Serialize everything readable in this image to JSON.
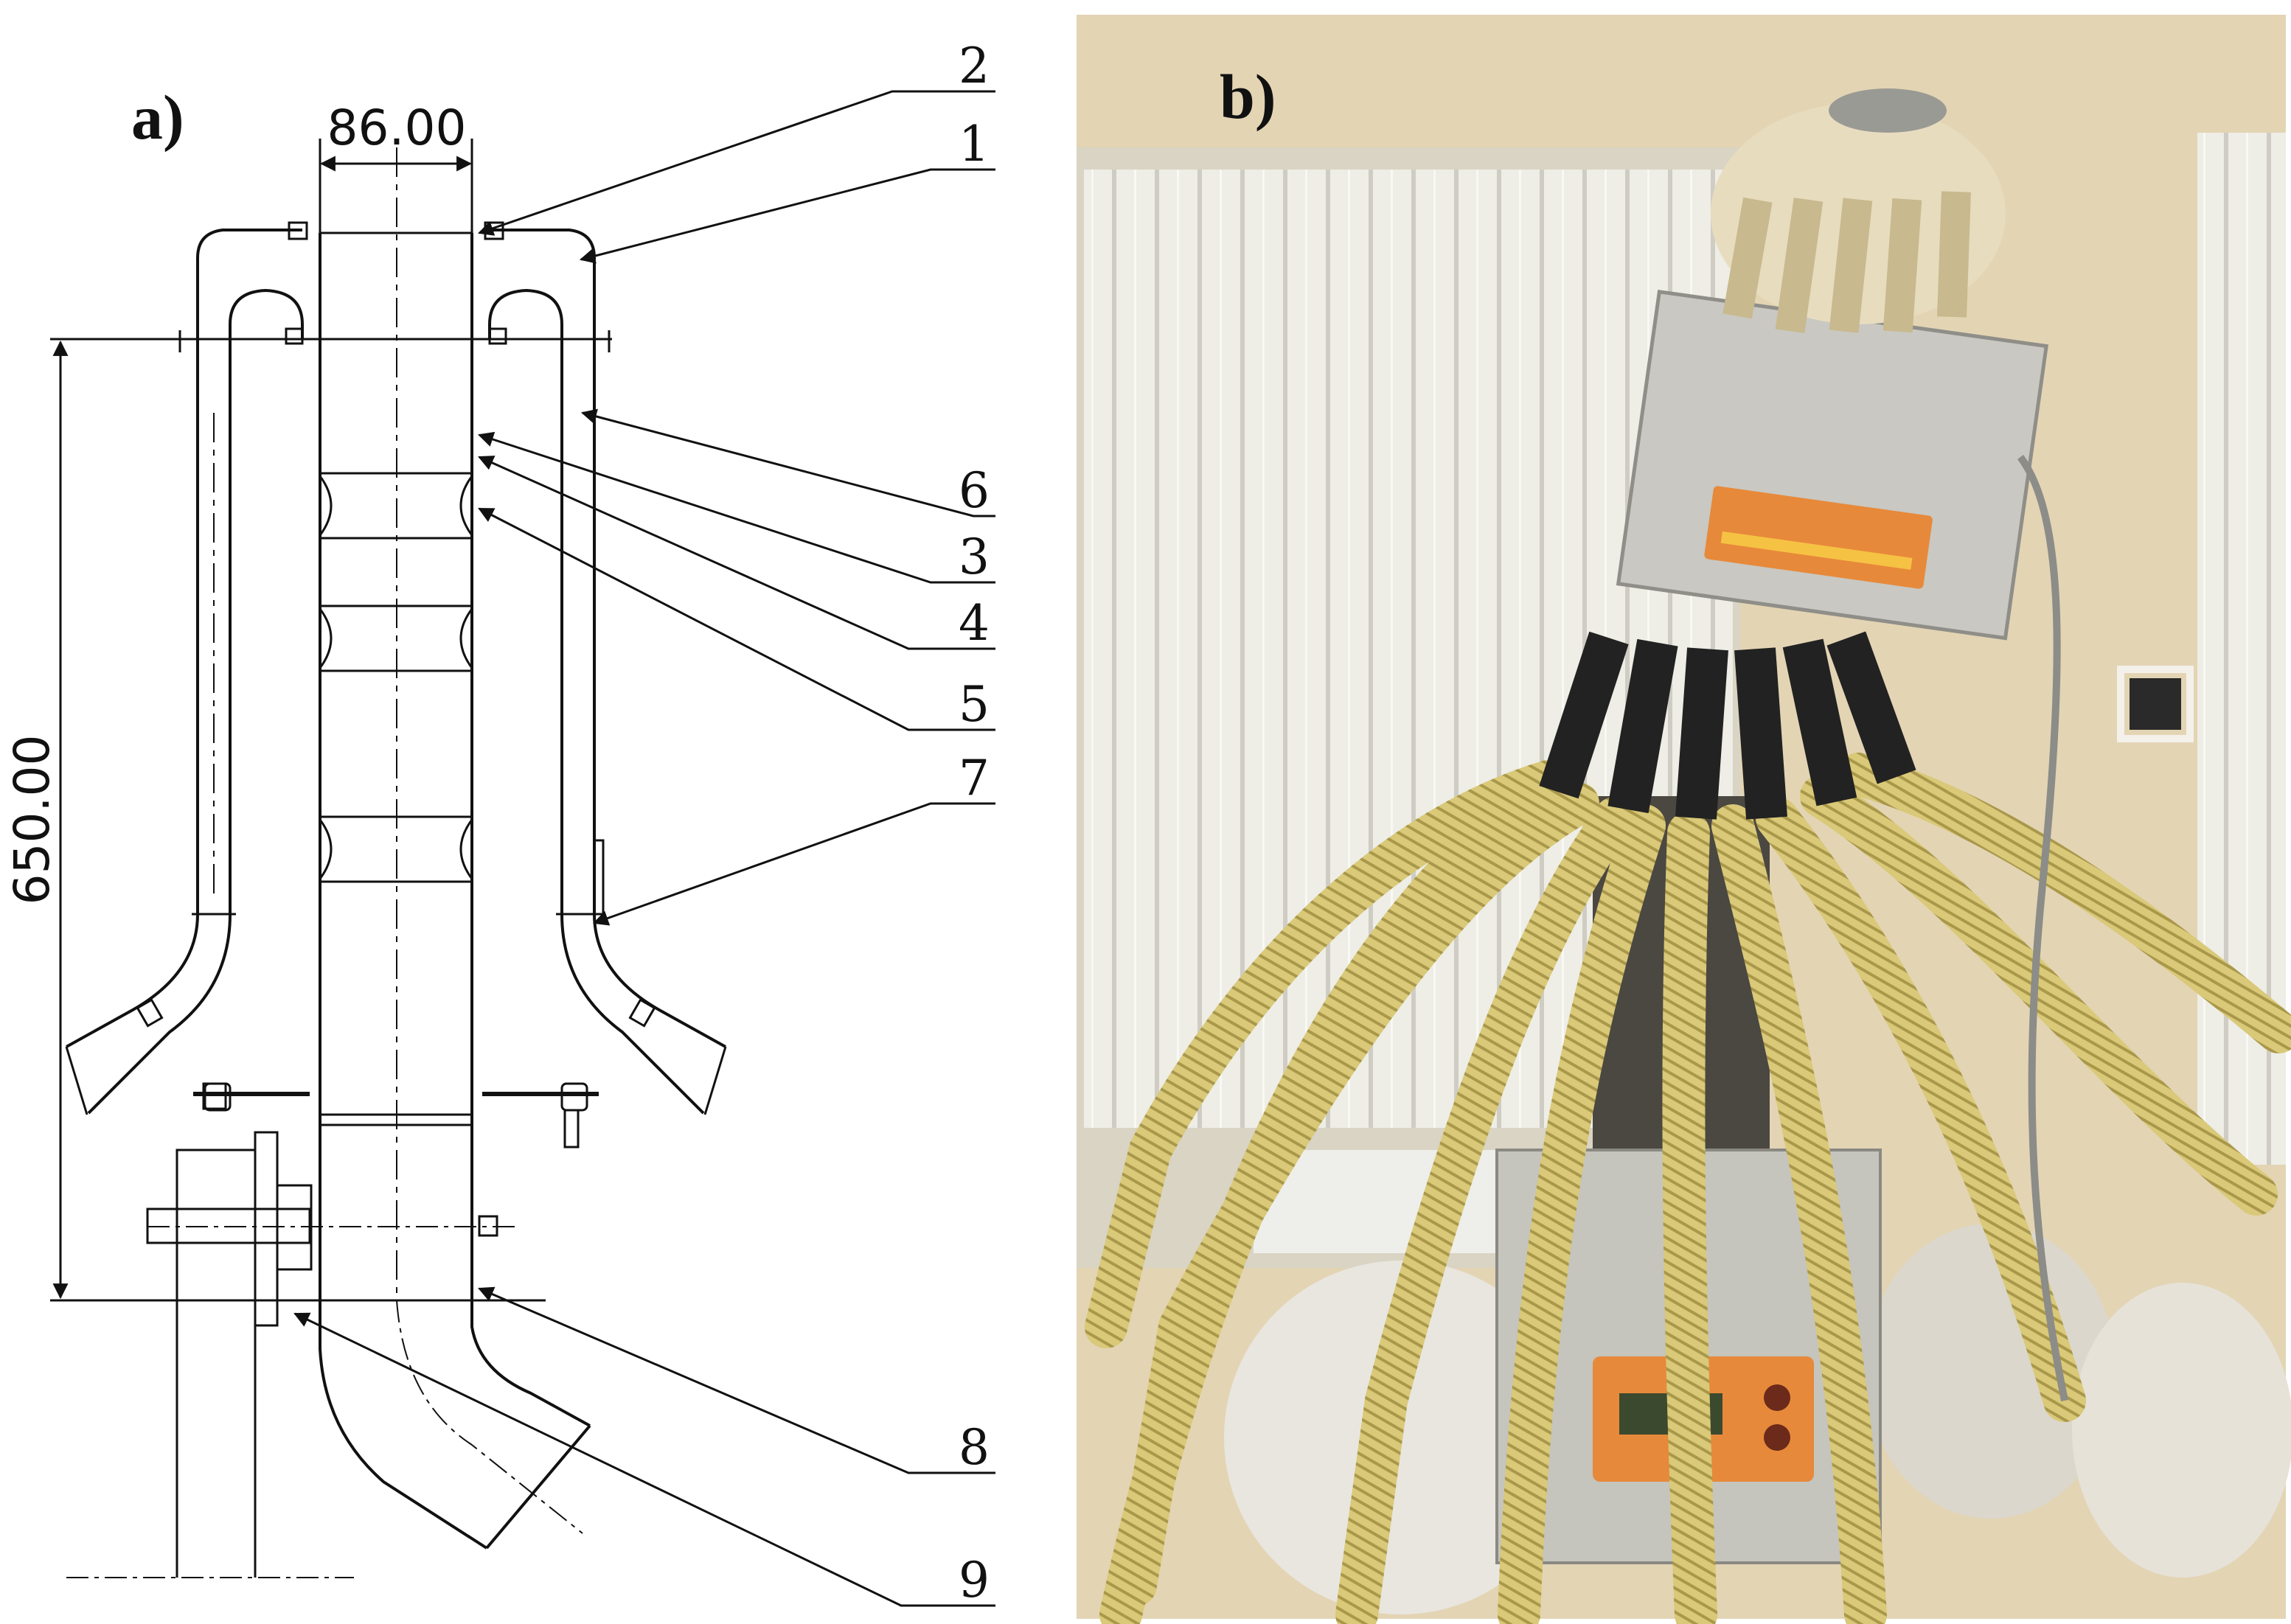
{
  "panels": {
    "a": {
      "label": "a)"
    },
    "b": {
      "label": "b)"
    }
  },
  "dimensions": {
    "width": "86.00",
    "height": "650.00"
  },
  "callouts": [
    {
      "id": "c1",
      "label": "1"
    },
    {
      "id": "c2",
      "label": "2"
    },
    {
      "id": "c3",
      "label": "3"
    },
    {
      "id": "c4",
      "label": "4"
    },
    {
      "id": "c5",
      "label": "5"
    },
    {
      "id": "c6",
      "label": "6"
    },
    {
      "id": "c7",
      "label": "7"
    },
    {
      "id": "c8",
      "label": "8"
    },
    {
      "id": "c9",
      "label": "9"
    }
  ],
  "photo": {
    "subject": "seed-distributor-head-with-yellow-hoses",
    "colors": {
      "wall": "#e3d4b4",
      "blinds": "#ecebe2",
      "housing": "#c9c8c2",
      "hoses": "#d8c874",
      "cap": "#e8dcbf",
      "label_plate": "#e7893a"
    }
  }
}
